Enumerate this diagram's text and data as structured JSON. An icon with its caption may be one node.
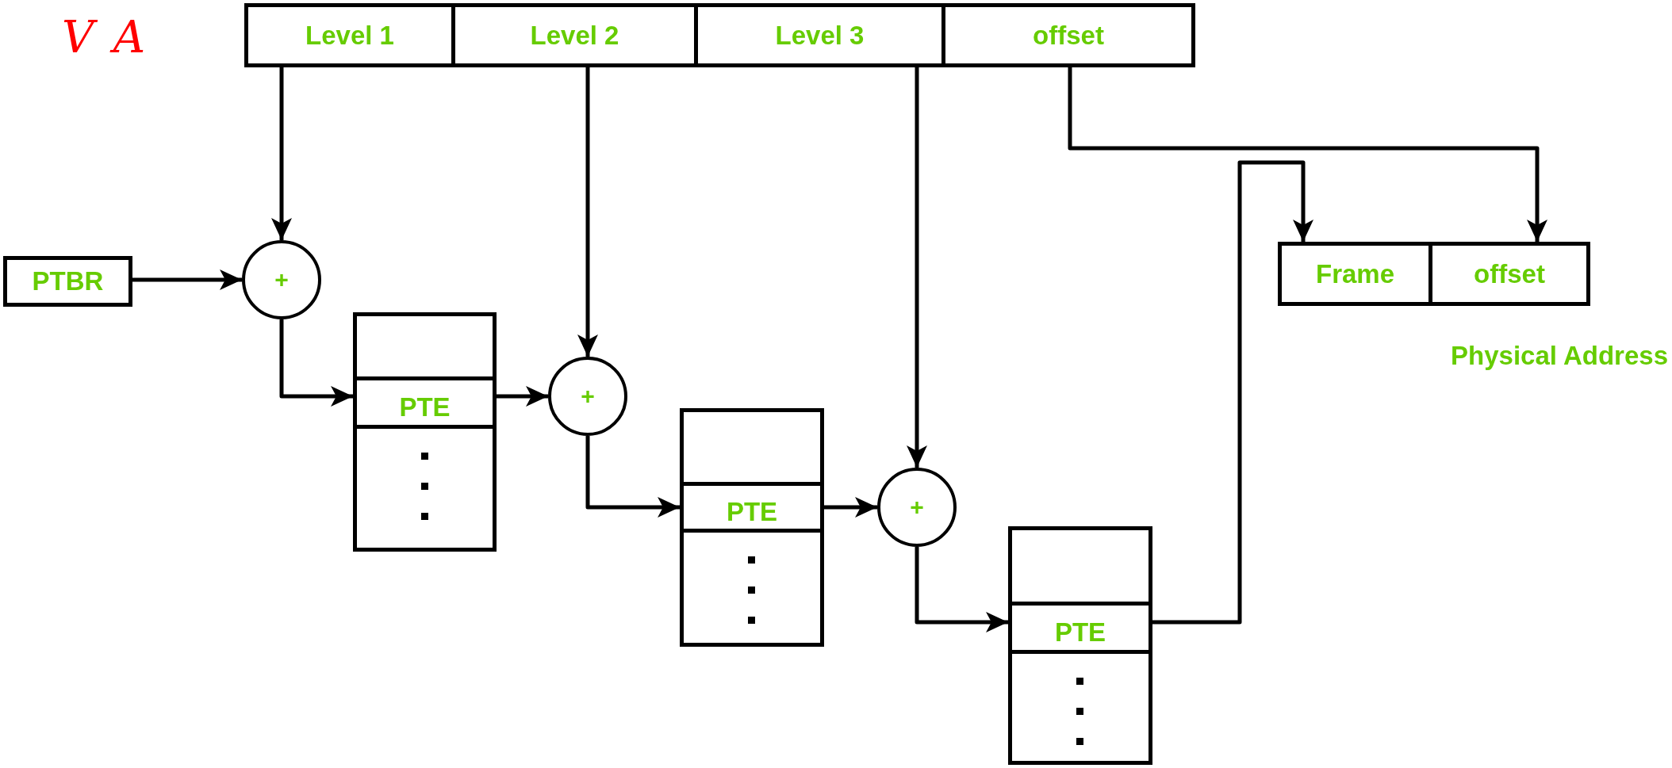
{
  "diagram": {
    "nodes": [
      {
        "text": [],
        "shape": "box"
      },
      {
        "text": [
          "Level 1"
        ],
        "in": 0
      },
      {
        "text": [
          "Level 2"
        ],
        "in": 0
      },
      {
        "text": [
          "Level 3"
        ],
        "in": 0
      },
      {
        "text": [
          "offset"
        ],
        "in": 0
      },
      {
        "text": [
          "PTBR"
        ]
      },
      {
        "text": [
          "+"
        ]
      },
      {
        "text": [],
        "shape": "box"
      },
      {
        "text": [
          "PTE"
        ],
        "in": 7
      },
      {
        "text": [
          "+"
        ]
      },
      {
        "text": [],
        "shape": "box"
      },
      {
        "text": [
          "PTE"
        ],
        "in": 10
      },
      {
        "text": [
          "+"
        ]
      },
      {
        "text": [],
        "shape": "box"
      },
      {
        "text": [
          "PTE"
        ],
        "in": 13
      },
      {
        "text": [],
        "shape": "box",
        "beside": [
          "Physical Address"
        ]
      },
      {
        "text": [
          "Frame"
        ],
        "in": 15
      },
      {
        "text": [
          "offset"
        ],
        "in": 15
      }
    ],
    "edges": [
      {
        "from": 1,
        "to": 6,
        "arrow": "to"
      },
      {
        "from": 5,
        "to": 6,
        "arrow": "to"
      },
      {
        "from": 6,
        "to": 8,
        "arrow": "to"
      },
      {
        "from": 8,
        "to": 9,
        "arrow": "to"
      },
      {
        "from": 2,
        "to": 9,
        "arrow": "to"
      },
      {
        "from": 9,
        "to": 11,
        "arrow": "to"
      },
      {
        "from": 11,
        "to": 12,
        "arrow": "to"
      },
      {
        "from": 3,
        "to": 12,
        "arrow": "to"
      },
      {
        "from": 12,
        "to": 14,
        "arrow": "to"
      },
      {
        "from": 14,
        "to": 16,
        "arrow": "to"
      },
      {
        "from": 4,
        "to": 17,
        "arrow": "to"
      }
    ],
    "labels": [
      "VA"
    ]
  }
}
